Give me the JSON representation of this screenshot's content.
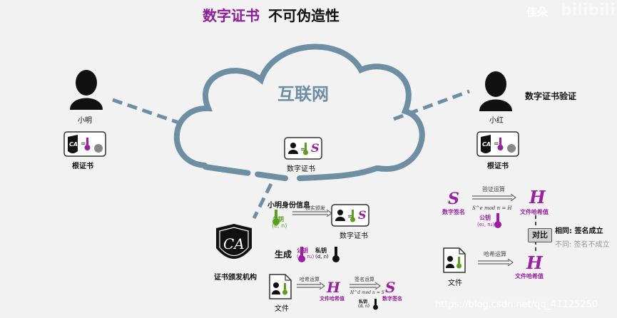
{
  "header": {
    "title_part1": "数字证书",
    "title_part2": "不可伪造性"
  },
  "cloud": {
    "label": "互联网",
    "cert_label": "数字证书"
  },
  "xiaoming": {
    "name": "小明",
    "root_cert_label": "根证书"
  },
  "xiaohong": {
    "name": "小红",
    "task": "数字证书验证",
    "root_cert_label": "根证书"
  },
  "ca": {
    "logo_text": "CA",
    "label": "证书颁发机构"
  },
  "issue": {
    "identity_info": "小明身份信息",
    "verify_issue": "核实颁发",
    "public_key_label": "公钥",
    "public_key_value": "(e, n)",
    "cert_label": "数字证书",
    "generate": "生成",
    "pub_key2_label": "公钥",
    "pub_key2_value": "(e₂, n₂)",
    "priv_key_label": "私钥",
    "priv_key_value": "(d, n)",
    "file_label": "文件",
    "hash_op": "哈希运算",
    "hash_value_label": "文件哈希值",
    "H": "H",
    "sign_op": "签名运算",
    "sign_formula": "H^d mod n = S",
    "sign_priv_label": "私钥",
    "sign_priv_value": "(d, n)",
    "S": "S",
    "signature_label": "数字签名"
  },
  "verify": {
    "S": "S",
    "signature_label": "数字签名",
    "verify_op": "验证运算",
    "formula": "S^e mod n = H",
    "pub_key_label": "公钥",
    "pub_key_value": "(e₂, n₂)",
    "H_top": "H",
    "hash_top_label": "文件哈希值",
    "compare": "对比",
    "same": "相同: 签名成立",
    "diff": "不同: 签名不成立",
    "file_label": "文件",
    "hash_op": "哈希运算",
    "H_bottom": "H",
    "hash_bottom_label": "文件哈希值"
  },
  "watermark": {
    "brand": "佳朵",
    "site": "bilibili",
    "url": "https://blog.csdn.net/qq_41125250"
  },
  "colors": {
    "purple": "#9b1fa3",
    "green": "#5aa01e",
    "cloud": "#6e8fa3",
    "background": "#f2f2f2"
  }
}
